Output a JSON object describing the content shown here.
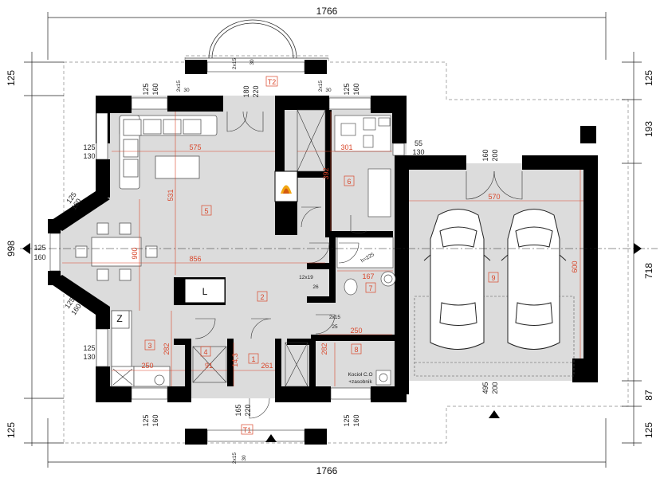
{
  "dimensions": {
    "overall_top": "1766",
    "overall_bottom": "1766",
    "left_total": "998",
    "right_total": "718",
    "left_top": "125",
    "left_bottom": "125",
    "right_top": "125",
    "right_mid": "193",
    "right_low": "87",
    "right_bottom": "125",
    "left_mid_a": "125",
    "left_mid_b": "160"
  },
  "window_labels": {
    "w_125_a": "125",
    "w_160_a": "160",
    "w_125_b": "125",
    "w_160_b": "160",
    "w_125_c": "125",
    "w_130_c": "130",
    "w_125_d": "125",
    "w_130_d": "130",
    "w_125_e": "125",
    "w_160_e": "160",
    "w_125_f": "125",
    "w_160_f": "160",
    "w_125_g": "125",
    "w_160_g": "160",
    "w_125_h": "125",
    "w_160_h": "160",
    "w_125_i": "125",
    "w_160_i": "160",
    "w_55": "55",
    "w_130_j": "130",
    "w_160_k": "160",
    "w_200_k": "200",
    "w_495": "495",
    "w_200_l": "200",
    "w_180": "180",
    "w_220_a": "220",
    "w_165": "165",
    "w_220_b": "220",
    "col_2x15_a": "2x15",
    "col_30_a": "30",
    "col_2x15_b": "2x15",
    "col_30_b": "30",
    "col_2x15_c": "2x15",
    "col_30_c": "30",
    "col_2x15_d": "2x15",
    "col_30_d": "30",
    "col_2x15_e": "2x15",
    "col_30_e": "30",
    "col_2x15_f": "2x15",
    "col_30_f": "30",
    "col_2x15_g": "2x15",
    "col_25_g": "25",
    "col_12x19": "12x19",
    "col_26": "26",
    "col_h": "h=225"
  },
  "interior_dims": {
    "d575": "575",
    "d301": "301",
    "d392": "392",
    "d531": "531",
    "d856": "856",
    "d900": "900",
    "d570": "570",
    "d600": "600",
    "d167": "167",
    "d282_a": "282",
    "d282_b": "282",
    "d250_a": "250",
    "d250_b": "250",
    "d91": "91",
    "d143": "14,3",
    "d261": "261"
  },
  "rooms": {
    "r1": "1",
    "r2": "2",
    "r3": "3",
    "r4": "4",
    "r5": "5",
    "r6": "6",
    "r7": "7",
    "r8": "8",
    "r9": "9",
    "t1": "T1",
    "t2": "T2"
  },
  "labels": {
    "boiler": "Kocioł C.O",
    "boiler2": "+zasobnik",
    "fridge": "Z",
    "lift": "L"
  },
  "colors": {
    "wall": "#000000",
    "floor": "#dcdcdc",
    "dim_red": "#d9472b",
    "line": "#333333"
  }
}
